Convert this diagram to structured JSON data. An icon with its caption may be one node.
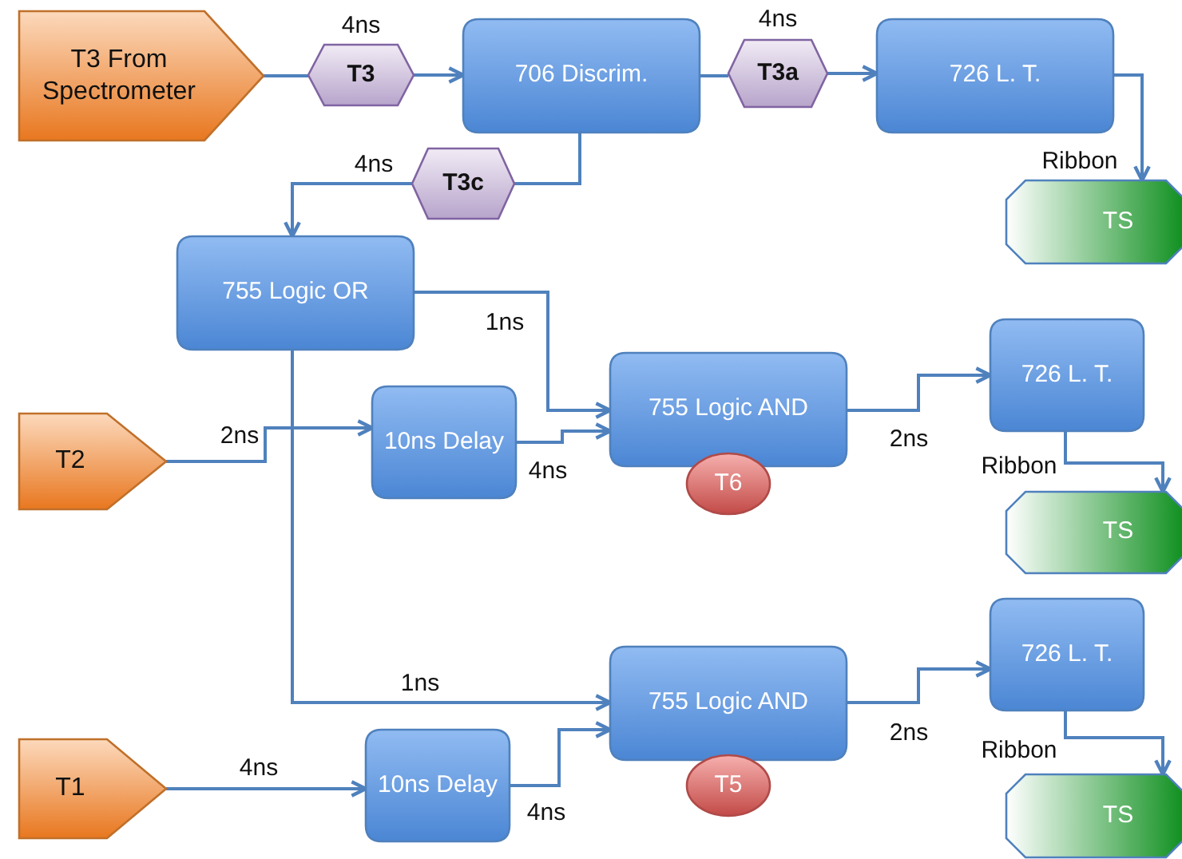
{
  "diagram": {
    "nodes": [
      {
        "text": [
          "T3 From Spectrometer"
        ]
      },
      {
        "text": [
          "T3"
        ],
        "beside": [
          "4ns"
        ]
      },
      {
        "text": [
          "706 Discrim."
        ]
      },
      {
        "text": [
          "T3a"
        ],
        "beside": [
          "4ns"
        ]
      },
      {
        "text": [
          "726 L. T."
        ]
      },
      {
        "text": [
          "TS"
        ]
      },
      {
        "text": [
          "T3c"
        ],
        "beside": [
          "4ns"
        ]
      },
      {
        "text": [
          "755 Logic OR"
        ]
      },
      {
        "text": [
          "T2"
        ]
      },
      {
        "text": [
          "10ns Delay"
        ]
      },
      {
        "text": [
          "755 Logic AND"
        ]
      },
      {
        "text": [
          "T6"
        ]
      },
      {
        "text": [
          "726 L. T."
        ]
      },
      {
        "text": [
          "TS"
        ]
      },
      {
        "text": [
          "T1"
        ]
      },
      {
        "text": [
          "10ns Delay"
        ]
      },
      {
        "text": [
          "755 Logic AND"
        ]
      },
      {
        "text": [
          "T5"
        ]
      },
      {
        "text": [
          "726 L. T."
        ]
      },
      {
        "text": [
          "TS"
        ]
      }
    ],
    "edges": [
      {
        "from": 0,
        "to": 1,
        "arrow": "none"
      },
      {
        "from": 1,
        "to": 2,
        "arrow": "to"
      },
      {
        "from": 2,
        "to": 3,
        "arrow": "none"
      },
      {
        "from": 3,
        "to": 4,
        "arrow": "to"
      },
      {
        "from": 4,
        "to": 5,
        "arrow": "to",
        "label": "Ribbon"
      },
      {
        "from": 2,
        "to": 6,
        "arrow": "none"
      },
      {
        "from": 6,
        "to": 7,
        "arrow": "to"
      },
      {
        "from": 7,
        "to": 10,
        "arrow": "to",
        "label": "1ns"
      },
      {
        "from": 8,
        "to": 9,
        "arrow": "to",
        "label": "2ns"
      },
      {
        "from": 9,
        "to": 10,
        "arrow": "to",
        "label": "4ns"
      },
      {
        "from": 10,
        "to": 12,
        "arrow": "to",
        "label": "2ns"
      },
      {
        "from": 12,
        "to": 13,
        "arrow": "to",
        "label": "Ribbon"
      },
      {
        "from": 7,
        "to": 16,
        "arrow": "to",
        "label": "1ns"
      },
      {
        "from": 14,
        "to": 15,
        "arrow": "to",
        "label": "4ns"
      },
      {
        "from": 15,
        "to": 16,
        "arrow": "to",
        "label": "4ns"
      },
      {
        "from": 16,
        "to": 18,
        "arrow": "to",
        "label": "2ns"
      },
      {
        "from": 18,
        "to": 19,
        "arrow": "to",
        "label": "Ribbon"
      }
    ]
  }
}
